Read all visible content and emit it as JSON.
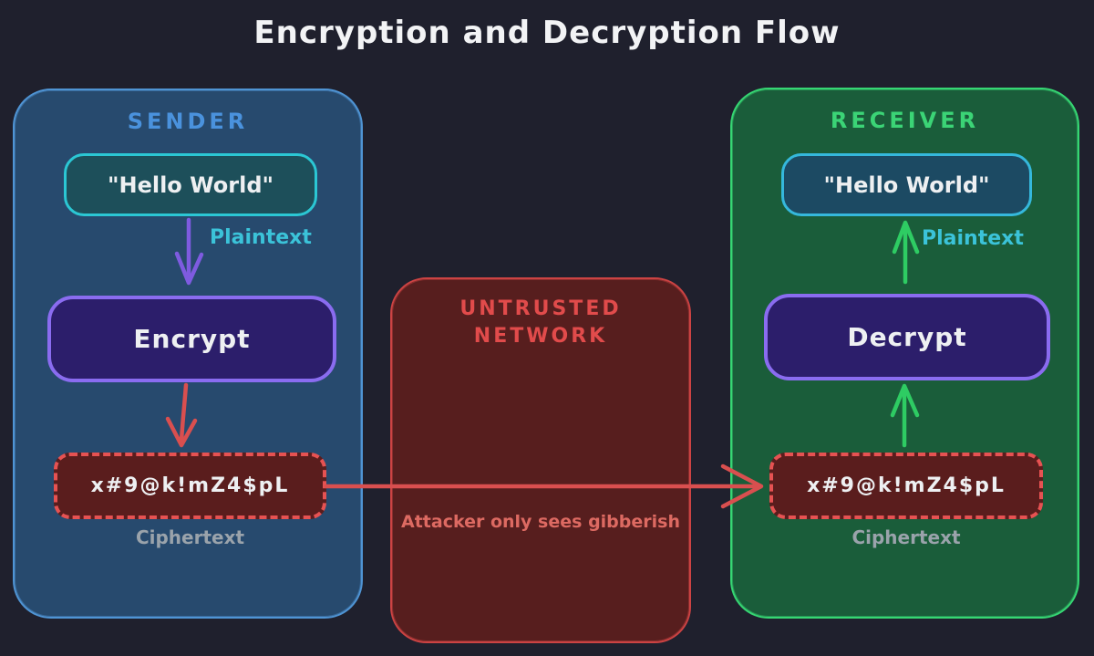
{
  "title": "Encryption and Decryption Flow",
  "sender": {
    "label": "SENDER",
    "plaintext_box": "\"Hello World\"",
    "plaintext_label": "Plaintext",
    "process_box": "Encrypt",
    "ciphertext_box": "x#9@k!mZ4$pL",
    "ciphertext_label": "Ciphertext"
  },
  "network": {
    "label_line1": "UNTRUSTED",
    "label_line2": "NETWORK",
    "note": "Attacker only sees gibberish"
  },
  "receiver": {
    "label": "RECEIVER",
    "plaintext_box": "\"Hello World\"",
    "plaintext_label": "Plaintext",
    "process_box": "Decrypt",
    "ciphertext_box": "x#9@k!mZ4$pL",
    "ciphertext_label": "Ciphertext"
  },
  "colors": {
    "background": "#1f202d",
    "title_text": "#f2f3f5",
    "box_text": "#eef0f2",
    "sender_fill": "#274a6e",
    "sender_border": "#4f94d4",
    "sender_label": "#4a92dd",
    "plaintext_fill_sender": "#1d4f5a",
    "plaintext_border_sender": "#2bc7d4",
    "plaintext_fill_receiver": "#1c4a63",
    "plaintext_border_receiver": "#35b8dc",
    "plaintext_label": "#3bc3d9",
    "process_fill": "#2c1e6b",
    "process_border": "#8a6cf0",
    "purple_arrow": "#7e5be0",
    "red_arrow": "#d94f4f",
    "cipher_fill": "#5a1d1d",
    "cipher_border": "#e65252",
    "cipher_label": "#9aa3ab",
    "network_fill": "#571e1e",
    "network_border": "#cc4343",
    "network_label": "#e14b4b",
    "network_note": "#dd6a62",
    "receiver_fill": "#1a5d3a",
    "receiver_border": "#36d673",
    "receiver_label": "#3bd476",
    "green_arrow": "#2ecc63"
  }
}
